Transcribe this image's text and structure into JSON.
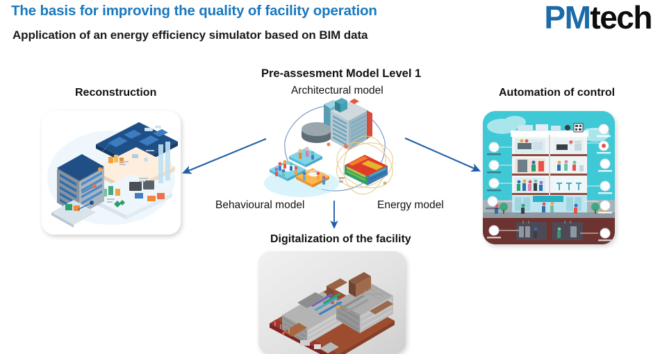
{
  "header": {
    "title": "The basis for improving the quality of facility operation",
    "subtitle": "Application of an energy efficiency simulator based on BIM data",
    "title_color": "#1878bd",
    "subtitle_color": "#1a1a1a"
  },
  "logo": {
    "part1": "PM",
    "part2": "tech",
    "part1_color": "#1a6ba8",
    "part2_color": "#0d0d0d"
  },
  "diagram": {
    "center": {
      "heading": "Pre-assesment Model Level 1",
      "subheading": "Architectural model",
      "left_model_label": "Behavioural model",
      "right_model_label": "Energy model"
    },
    "nodes": [
      {
        "id": "reconstruction",
        "label": "Reconstruction",
        "position": "left"
      },
      {
        "id": "automation",
        "label": "Automation of control",
        "position": "right"
      },
      {
        "id": "digitalization",
        "label": "Digitalization of the facility",
        "position": "bottom"
      }
    ],
    "arrow_color": "#1f5fa8",
    "arrows": [
      {
        "from": "center",
        "to": "reconstruction",
        "direction": "down-left"
      },
      {
        "from": "center",
        "to": "automation",
        "direction": "down-right"
      },
      {
        "from": "center",
        "to": "digitalization",
        "direction": "down"
      }
    ],
    "images": [
      {
        "id": "reconstruction-image",
        "alt": "Isometric building systems exploded floor diagram"
      },
      {
        "id": "automation-image",
        "alt": "Building cross-section with labelled automation control icons"
      },
      {
        "id": "digitalization-image",
        "alt": "BIM 3D cutaway model of a multi-storey building"
      },
      {
        "id": "architectural-model-image",
        "alt": "Isometric office tower"
      },
      {
        "id": "behavioural-model-image",
        "alt": "Isometric platforms with groups of people"
      },
      {
        "id": "energy-model-image",
        "alt": "Thermal heat-map building block with orbit rings"
      }
    ]
  }
}
